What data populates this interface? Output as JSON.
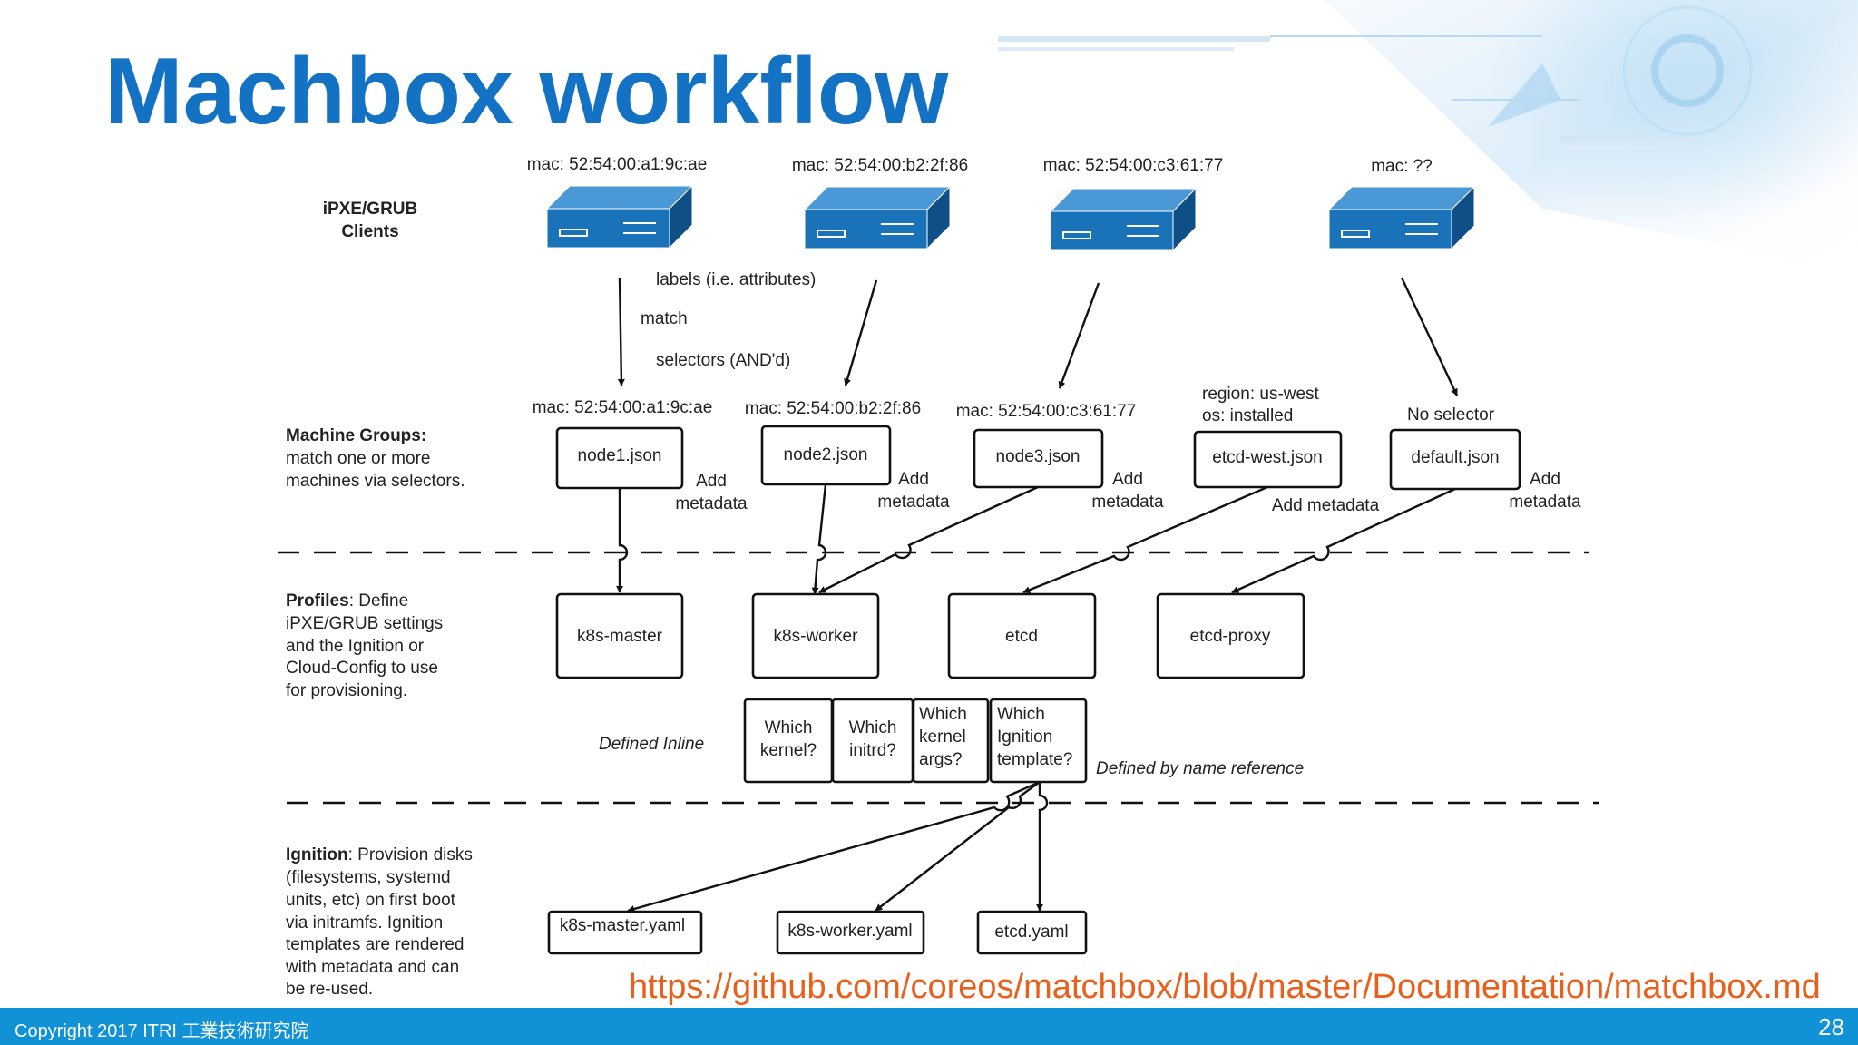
{
  "slide": {
    "title": "Machbox workflow",
    "url": "https://github.com/coreos/matchbox/blob/master/Documentation/matchbox.md",
    "copyright": "Copyright 2017  ITRI 工業技術研究院",
    "page_number": "28"
  },
  "colors": {
    "title": "#1472c5",
    "server": "#1a73b8",
    "footer": "#1192d6",
    "url": "#e8601c"
  },
  "icons": [
    "server-icon"
  ],
  "rows": {
    "clients": [
      "iPXE/GRUB",
      "Clients"
    ],
    "groups": {
      "bold": "Machine Groups:",
      "lines": [
        "match one or more",
        "machines via selectors."
      ]
    },
    "profiles": {
      "bold": "Profiles",
      "first": ": Define",
      "lines": [
        "iPXE/GRUB settings",
        "and the Ignition or",
        "Cloud-Config to use",
        "for provisioning."
      ]
    },
    "ignition": {
      "bold": "Ignition",
      "first": ": Provision disks",
      "lines": [
        "(filesystems, systemd",
        "units, etc) on first boot",
        "via initramfs. Ignition",
        "templates are rendered",
        "with metadata and can",
        "be re-used."
      ]
    }
  },
  "clients": [
    {
      "mac": "mac: 52:54:00:a1:9c:ae"
    },
    {
      "mac": "mac: 52:54:00:b2:2f:86"
    },
    {
      "mac": "mac: 52:54:00:c3:61:77"
    },
    {
      "mac": "mac: ??"
    }
  ],
  "match_labels": {
    "labels": "labels (i.e. attributes)",
    "match": "match",
    "selectors": "selectors (AND'd)"
  },
  "groups": [
    {
      "selector": [
        "mac: 52:54:00:a1:9c:ae"
      ],
      "file": "node1.json",
      "meta": [
        "Add",
        "metadata"
      ]
    },
    {
      "selector": [
        "mac: 52:54:00:b2:2f:86"
      ],
      "file": "node2.json",
      "meta": [
        "Add",
        "metadata"
      ]
    },
    {
      "selector": [
        "mac: 52:54:00:c3:61:77"
      ],
      "file": "node3.json",
      "meta": [
        "Add",
        "metadata"
      ]
    },
    {
      "selector": [
        "region: us-west",
        "os: installed"
      ],
      "file": "etcd-west.json",
      "meta": [
        "Add metadata"
      ]
    },
    {
      "selector": [
        "No selector"
      ],
      "file": "default.json",
      "meta": [
        "Add",
        "metadata"
      ]
    }
  ],
  "profiles": [
    "k8s-master",
    "k8s-worker",
    "etcd",
    "etcd-proxy"
  ],
  "options": [
    [
      "Which",
      "kernel?"
    ],
    [
      "Which",
      "initrd?"
    ],
    [
      "Which",
      "kernel",
      "args?"
    ],
    [
      "Which",
      "Ignition",
      "template?"
    ]
  ],
  "defined_inline": "Defined Inline",
  "defined_by_name": "Defined by name reference",
  "templates": [
    "k8s-master.yaml",
    "k8s-worker.yaml",
    "etcd.yaml"
  ]
}
